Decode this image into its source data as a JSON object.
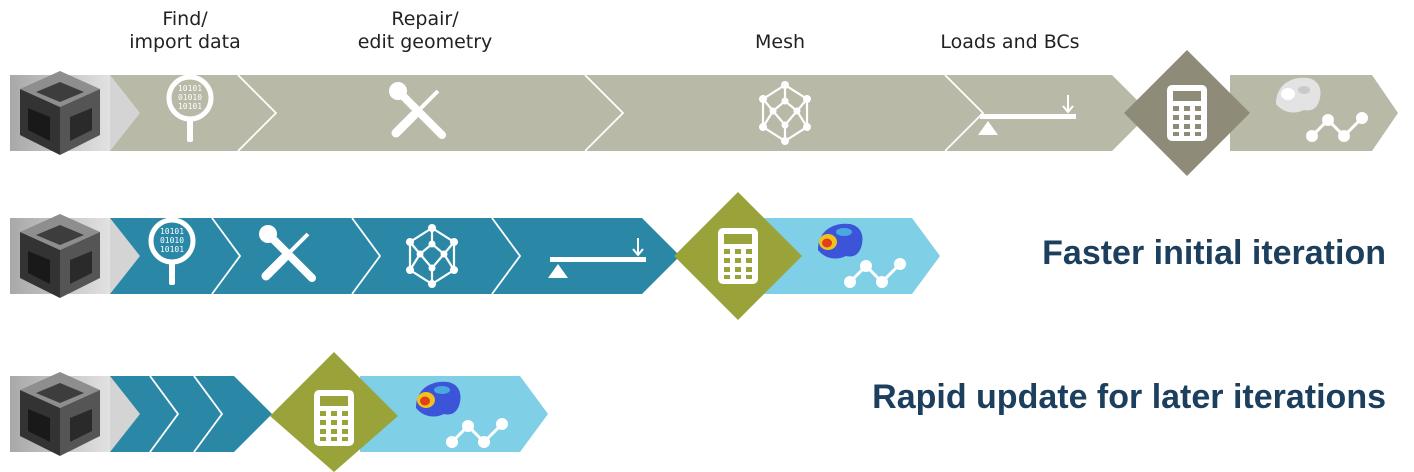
{
  "colors": {
    "gray_band": "#b9b9a8",
    "gray_diamond": "#8e8c79",
    "blue_band": "#2a88a6",
    "light_blue": "#7fcfe6",
    "green_diamond": "#9aa23a",
    "tagline_text": "#1d3f5e",
    "icon": "#ffffff"
  },
  "header_labels": {
    "find_line1": "Find/",
    "find_line2": "import data",
    "repair_line1": "Repair/",
    "repair_line2": "edit geometry",
    "mesh": "Mesh",
    "loads": "Loads and BCs"
  },
  "rows": {
    "traditional": {
      "icons": [
        "cad-model-icon",
        "data-search-icon",
        "tools-icon",
        "mesh-icon",
        "loads-bcs-icon",
        "calculator-icon",
        "results-icon"
      ]
    },
    "faster": {
      "tagline": "Faster initial iteration",
      "icons": [
        "cad-model-icon",
        "data-search-icon",
        "tools-icon",
        "mesh-icon",
        "loads-bcs-icon",
        "calculator-icon",
        "results-icon"
      ]
    },
    "rapid": {
      "tagline": "Rapid update for later iterations",
      "icons": [
        "cad-model-icon",
        "calculator-icon",
        "results-icon"
      ]
    }
  }
}
